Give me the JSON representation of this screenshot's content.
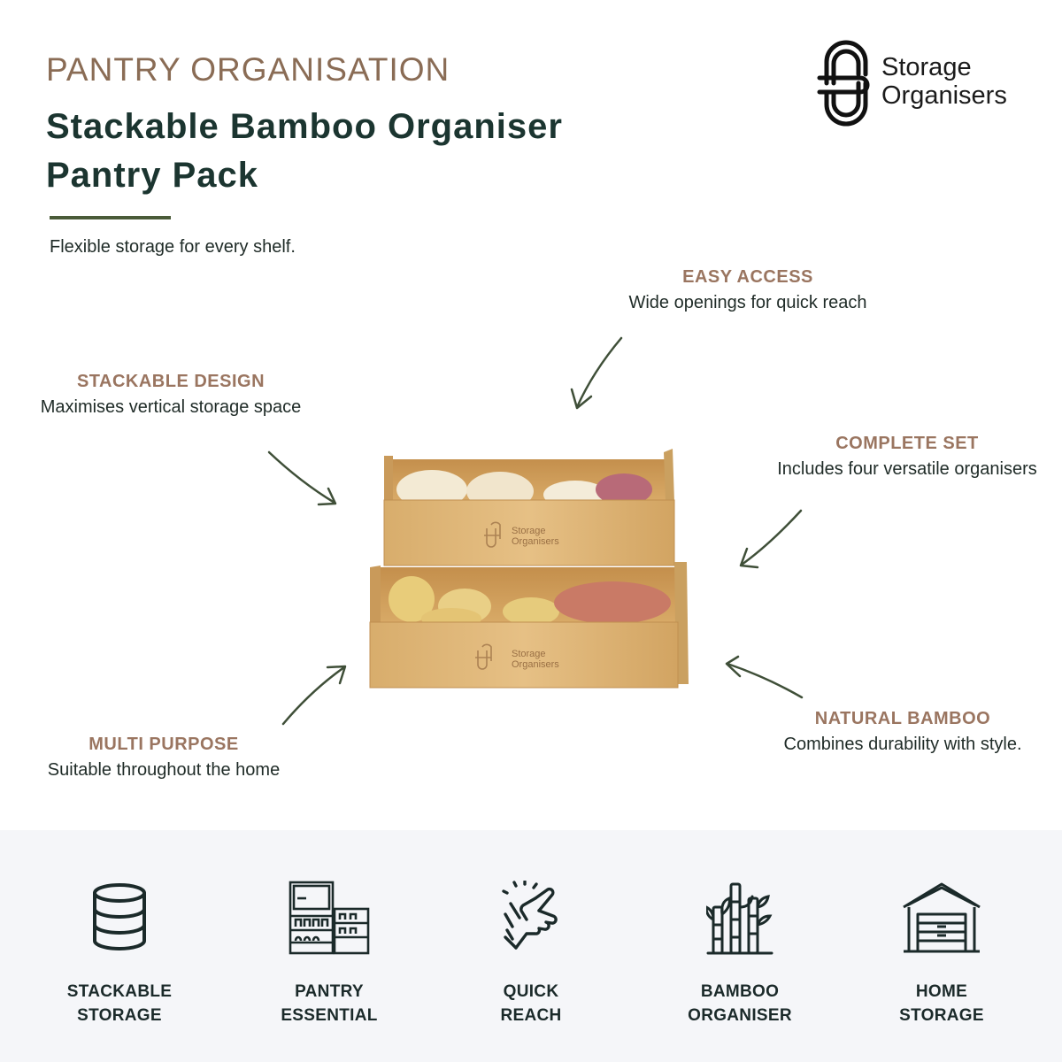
{
  "header": {
    "eyebrow": "PANTRY ORGANISATION",
    "title": "Stackable Bamboo Organiser Pantry Pack",
    "tagline": "Flexible storage for every shelf."
  },
  "logo": {
    "icon": "storage-organisers-logo-icon",
    "line1": "Storage",
    "line2": "Organisers"
  },
  "callouts": [
    {
      "heading": "EASY ACCESS",
      "desc": "Wide openings for quick reach"
    },
    {
      "heading": "STACKABLE DESIGN",
      "desc": "Maximises vertical storage space"
    },
    {
      "heading": "COMPLETE SET",
      "desc": "Includes four versatile organisers"
    },
    {
      "heading": "MULTI PURPOSE",
      "desc": "Suitable throughout the home"
    },
    {
      "heading": "NATURAL BAMBOO",
      "desc": "Combines durability with style."
    }
  ],
  "product": {
    "box_brand_line1": "Storage",
    "box_brand_line2": "Organisers"
  },
  "features": [
    {
      "icon": "stack-storage-icon",
      "line1": "STACKABLE",
      "line2": "STORAGE"
    },
    {
      "icon": "pantry-shelf-icon",
      "line1": "PANTRY",
      "line2": "ESSENTIAL"
    },
    {
      "icon": "reaching-hand-icon",
      "line1": "QUICK",
      "line2": "REACH"
    },
    {
      "icon": "bamboo-icon",
      "line1": "BAMBOO",
      "line2": "ORGANISER"
    },
    {
      "icon": "garage-home-icon",
      "line1": "HOME",
      "line2": "STORAGE"
    }
  ],
  "colors": {
    "accent_green": "#1b3530",
    "heading_brown": "#9a7560",
    "band_background": "#f5f6f9",
    "arrow_green": "#3f4f38"
  }
}
